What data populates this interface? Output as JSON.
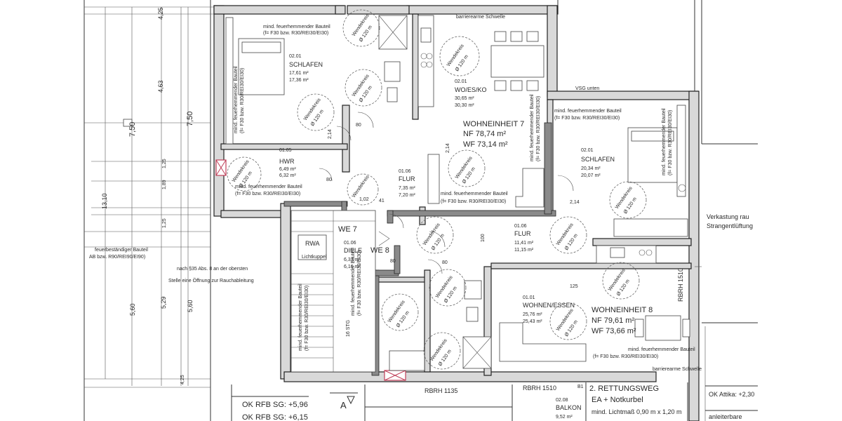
{
  "colors": {
    "ink": "#2a2a2a",
    "wall": "#d9d9d9",
    "fire_wall": "#8a8a8a",
    "accent": "#c0405a",
    "paper": "#ffffff"
  },
  "dimensions": {
    "d425": "4,25",
    "d463": "4,63",
    "d750a": "7,50",
    "d750b": "7,50",
    "d1310": "13,10",
    "d125a": "1,25",
    "d189": "1,89",
    "d125b": "1,25",
    "d560a": "5,60",
    "d529": "5,29",
    "d560b": "5,60",
    "d425b": "4,25"
  },
  "fire_component": {
    "title": "mind. feuerhemmender Bauteil",
    "spec": "(f= F30 bzw. R30/REI30/EI30)"
  },
  "circle_label": {
    "name": "Wendekreis",
    "dia": "Ø 120 m"
  },
  "rooms": {
    "schlafen1": {
      "code": "02.01",
      "name": "SCHLAFEN",
      "a1": "17,61 m²",
      "a2": "17,36 m²"
    },
    "wo_es_ko": {
      "code": "02.01",
      "name": "WO/ES/KO",
      "a1": "30,65 m²",
      "a2": "30,30 m²"
    },
    "hwr": {
      "code": "01.05",
      "name": "HWR",
      "a1": "6,49 m²",
      "a2": "6,32 m²"
    },
    "flur7": {
      "code": "01.06",
      "name": "FLUR",
      "a1": "7,35 m²",
      "a2": "7,20 m²"
    },
    "schlafen2": {
      "code": "02.01",
      "name": "SCHLAFEN",
      "a1": "20,34 m²",
      "a2": "20,07 m²"
    },
    "flur8": {
      "code": "01.06",
      "name": "FLUR",
      "a1": "11,41 m²",
      "a2": "11,15 m²"
    },
    "diele": {
      "code": "01.06",
      "name": "DIELE",
      "a1": "6,33 m²",
      "a2": "6,16 m²"
    },
    "wohnen": {
      "code": "01.01",
      "name": "WOHNEN/ESSEN",
      "a1": "25,76 m²",
      "a2": "25,43 m²"
    },
    "balkon": {
      "code": "02.08",
      "name": "BALKON",
      "a1": "9,52 m²"
    }
  },
  "units": {
    "we7": {
      "title": "WOHNEINHEIT 7",
      "nf": "NF 78,74 m²",
      "wf": "WF 73,14 m²"
    },
    "we8": {
      "title": "WOHNEINHEIT 8",
      "nf": "NF 79,61 m²",
      "wf": "WF 73,66 m²"
    }
  },
  "labels": {
    "barrier_top": "barrierearme Schwelle",
    "barrier_bottom": "barrierearme Schwelle",
    "vsg": "VSG unten",
    "verkastung1": "Verkastung rau",
    "verkastung2": "Strangentlüftung",
    "fire_left1": "feuerbeständiger Bauteil",
    "fire_left2": "AB bzw. R90/REI90/EI90)",
    "smoke1": "nach §35 Abs. 8 an der obersten",
    "smoke2": "Stelle eine Öffnung zur Rauchableitung",
    "we7": "WE 7",
    "we8": "WE 8",
    "rwa": "RWA",
    "lichtkuppel": "Lichtkuppel",
    "stair": "16 STG",
    "rbrh1": "RBRH 1135",
    "rbrh2": "RBRH 1510",
    "rbrh3": "RBRH 1510",
    "b1": "B1",
    "rett1": "2. RETTUNGSWEG",
    "rett2": "EA + Notkurbel",
    "rett3": "mind. Lichtmaß 0,90 m x 1,20 m",
    "ok1": "OK RFB SG: +5,96",
    "ok2": "OK RFB SG: +6,15",
    "ok_attika": "OK Attika: +2,30",
    "anleiter": "anleiterbare",
    "section": "A",
    "d214a": "2,14",
    "d214b": "2,14",
    "d214c": "2,14",
    "d80a": "80",
    "d80b": "80",
    "d80c": "80",
    "d80d": "80",
    "d102": "1,02",
    "d41": "41",
    "d125": "125",
    "d100": "100"
  }
}
